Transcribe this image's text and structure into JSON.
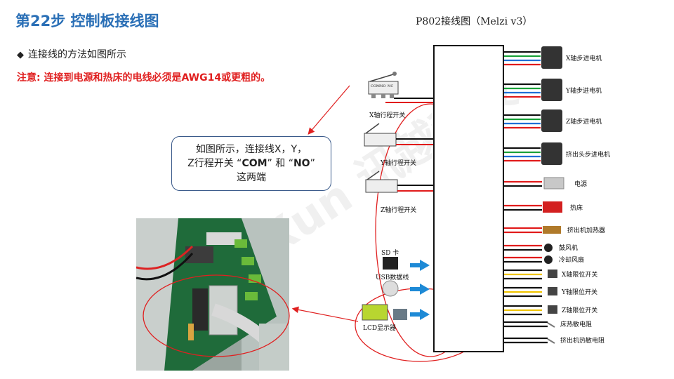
{
  "title": "第22步  控制板接线图",
  "subtitle": "P802接线图（Melzi v3）",
  "bullet": {
    "marker": "◆",
    "text": "连接线的方法如图所示"
  },
  "notice": "注意: 连接到电源和热床的电线必须是AWG14或更粗的。",
  "callout": {
    "line1": "如图所示，连接线X，Y，",
    "line2_a": "Z行程开关 “",
    "com": "COM",
    "line2_b": "” 和 “",
    "no": "NO",
    "line2_c": "”",
    "line3": "这两端"
  },
  "watermark": "Xun 讯越科技",
  "switches": [
    {
      "label": "X轴行程开关"
    },
    {
      "label": "Y轴行程开关"
    },
    {
      "label": "Z轴行程开关"
    }
  ],
  "switch_pins": [
    "COM",
    "NO",
    "NC"
  ],
  "peripherals": [
    {
      "label": "SD 卡"
    },
    {
      "label": "USB数据线"
    },
    {
      "label": "LCD显示器"
    }
  ],
  "components": [
    {
      "label": "X轴步进电机"
    },
    {
      "label": "Y轴步进电机"
    },
    {
      "label": "Z轴步进电机"
    },
    {
      "label": "挤出头步进电机"
    },
    {
      "label": "电源"
    },
    {
      "label": "热床"
    },
    {
      "label": "挤出机加热器"
    },
    {
      "label": "鼓风机"
    },
    {
      "label": "冷却风扇"
    },
    {
      "label": "X轴限位开关"
    },
    {
      "label": "Y轴限位开关"
    },
    {
      "label": "Z轴限位开关"
    },
    {
      "label": "床热敏电阻"
    },
    {
      "label": "挤出机热敏电阻"
    }
  ],
  "colors": {
    "title": "#2a6fb6",
    "notice": "#e02020",
    "wire_green": "#1aa13a",
    "wire_blue": "#1f6fd6",
    "wire_red": "#e11b1b",
    "wire_black": "#111111",
    "wire_yellow": "#f0c400",
    "arrow": "#1e8ad6",
    "circle": "#e02020"
  }
}
